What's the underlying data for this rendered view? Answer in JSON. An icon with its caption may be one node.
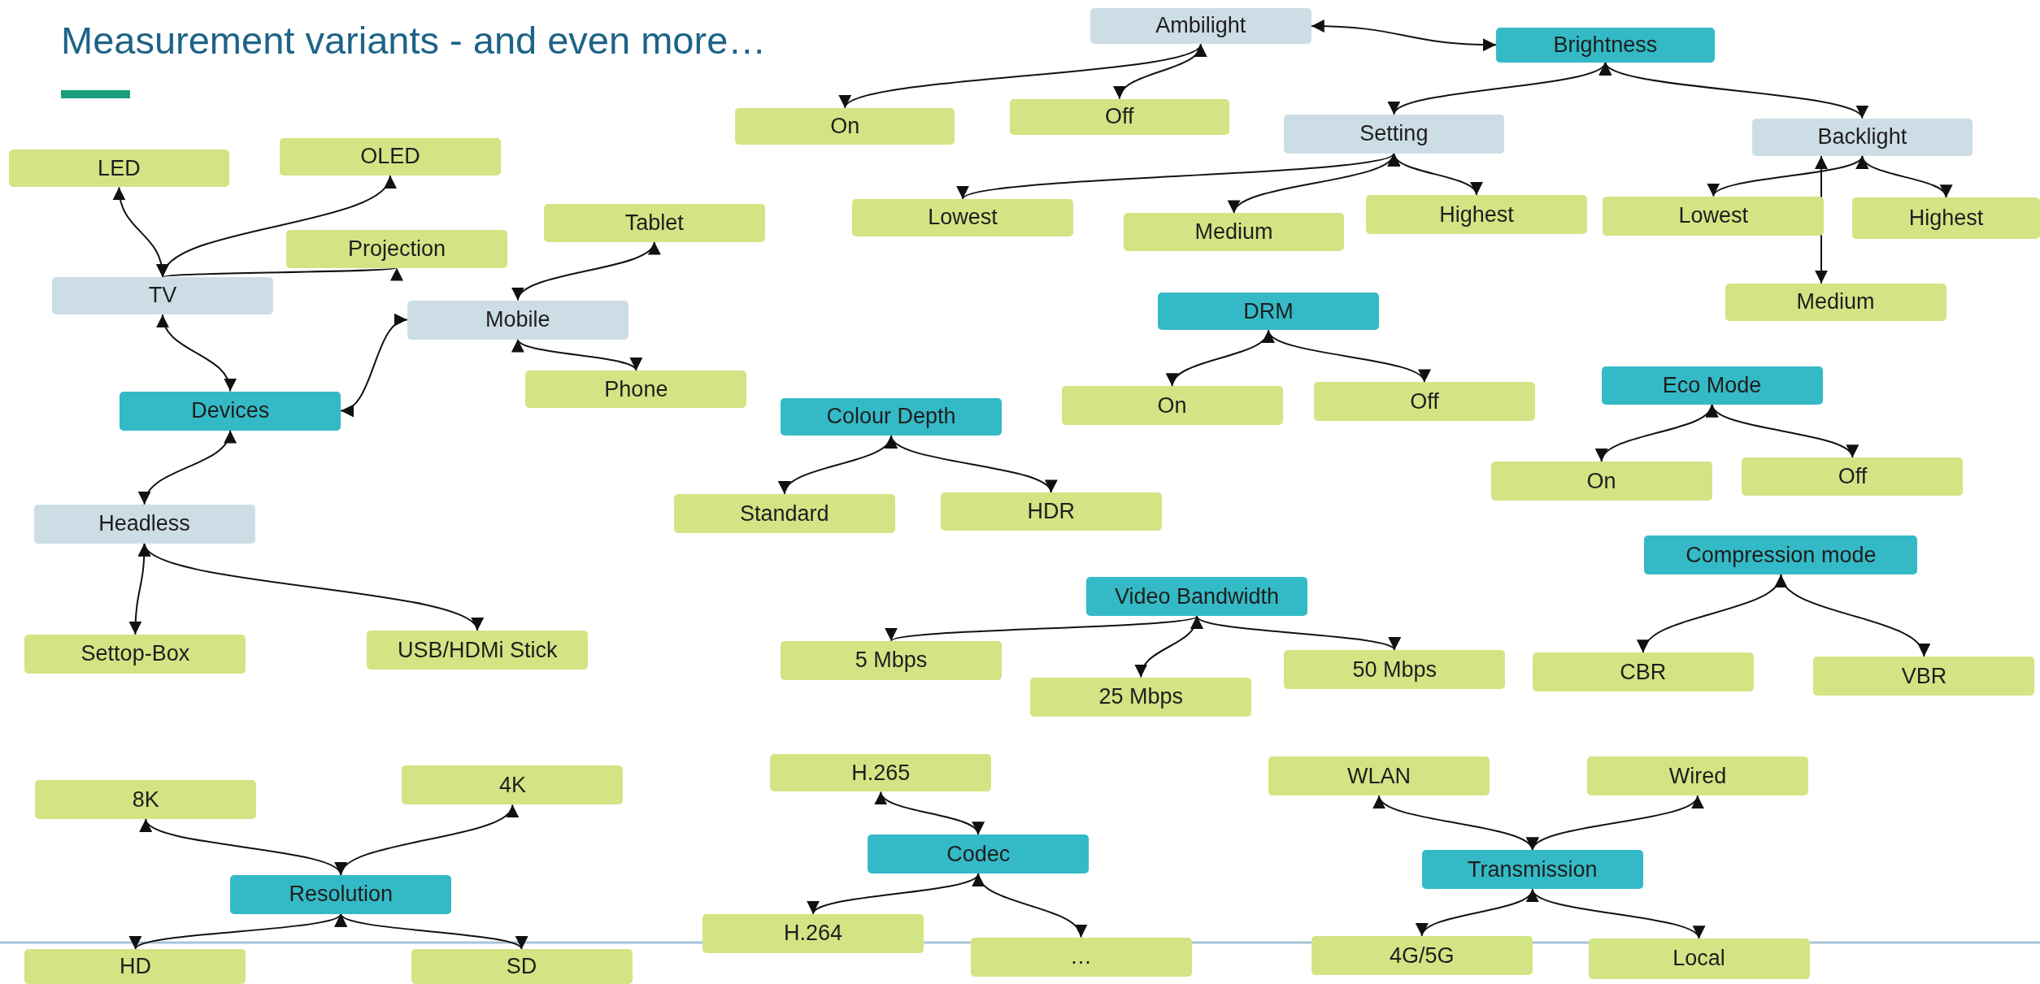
{
  "diagram": {
    "title": "Measurement variants  - and even more…",
    "nodes": [
      {
        "text": [
          "Ambilight"
        ]
      },
      {
        "text": [
          "Brightness"
        ]
      },
      {
        "text": [
          "On"
        ]
      },
      {
        "text": [
          "Off"
        ]
      },
      {
        "text": [
          "Setting"
        ]
      },
      {
        "text": [
          "Backlight"
        ]
      },
      {
        "text": [
          "Lowest"
        ]
      },
      {
        "text": [
          "Medium"
        ]
      },
      {
        "text": [
          "Highest"
        ]
      },
      {
        "text": [
          "Lowest"
        ]
      },
      {
        "text": [
          "Highest"
        ]
      },
      {
        "text": [
          "Medium"
        ]
      },
      {
        "text": [
          "LED"
        ]
      },
      {
        "text": [
          "OLED"
        ]
      },
      {
        "text": [
          "Projection"
        ]
      },
      {
        "text": [
          "Tablet"
        ]
      },
      {
        "text": [
          "TV"
        ]
      },
      {
        "text": [
          "Mobile"
        ]
      },
      {
        "text": [
          "Phone"
        ]
      },
      {
        "text": [
          "Devices"
        ]
      },
      {
        "text": [
          "Headless"
        ]
      },
      {
        "text": [
          "Settop-Box"
        ]
      },
      {
        "text": [
          "USB/HDMi Stick"
        ]
      },
      {
        "text": [
          "DRM"
        ]
      },
      {
        "text": [
          "On"
        ]
      },
      {
        "text": [
          "Off"
        ]
      },
      {
        "text": [
          "Colour Depth"
        ]
      },
      {
        "text": [
          "Standard"
        ]
      },
      {
        "text": [
          "HDR"
        ]
      },
      {
        "text": [
          "Eco Mode"
        ]
      },
      {
        "text": [
          "On"
        ]
      },
      {
        "text": [
          "Off"
        ]
      },
      {
        "text": [
          "Compression mode"
        ]
      },
      {
        "text": [
          "CBR"
        ]
      },
      {
        "text": [
          "VBR"
        ]
      },
      {
        "text": [
          "Video Bandwidth"
        ]
      },
      {
        "text": [
          "5 Mbps"
        ]
      },
      {
        "text": [
          "25 Mbps"
        ]
      },
      {
        "text": [
          "50 Mbps"
        ]
      },
      {
        "text": [
          "8K"
        ]
      },
      {
        "text": [
          "4K"
        ]
      },
      {
        "text": [
          "Resolution"
        ]
      },
      {
        "text": [
          "HD"
        ]
      },
      {
        "text": [
          "SD"
        ]
      },
      {
        "text": [
          "H.265"
        ]
      },
      {
        "text": [
          "Codec"
        ]
      },
      {
        "text": [
          "H.264"
        ]
      },
      {
        "text": [
          "…"
        ]
      },
      {
        "text": [
          "WLAN"
        ]
      },
      {
        "text": [
          "Wired"
        ]
      },
      {
        "text": [
          "Transmission"
        ]
      },
      {
        "text": [
          "4G/5G"
        ]
      },
      {
        "text": [
          "Local"
        ]
      }
    ],
    "edges": [
      {
        "from": 0,
        "to": 1,
        "arrow": "both"
      },
      {
        "from": 0,
        "to": 2,
        "arrow": "both"
      },
      {
        "from": 0,
        "to": 3,
        "arrow": "both"
      },
      {
        "from": 1,
        "to": 4,
        "arrow": "both"
      },
      {
        "from": 1,
        "to": 5,
        "arrow": "both"
      },
      {
        "from": 4,
        "to": 6,
        "arrow": "both"
      },
      {
        "from": 4,
        "to": 7,
        "arrow": "both"
      },
      {
        "from": 4,
        "to": 8,
        "arrow": "both"
      },
      {
        "from": 5,
        "to": 9,
        "arrow": "both"
      },
      {
        "from": 5,
        "to": 10,
        "arrow": "both"
      },
      {
        "from": 5,
        "to": 11,
        "arrow": "both"
      },
      {
        "from": 16,
        "to": 12,
        "arrow": "both"
      },
      {
        "from": 16,
        "to": 13,
        "arrow": "both"
      },
      {
        "from": 16,
        "to": 14,
        "arrow": "both"
      },
      {
        "from": 17,
        "to": 15,
        "arrow": "both"
      },
      {
        "from": 17,
        "to": 18,
        "arrow": "both"
      },
      {
        "from": 19,
        "to": 16,
        "arrow": "both"
      },
      {
        "from": 19,
        "to": 17,
        "arrow": "both"
      },
      {
        "from": 19,
        "to": 20,
        "arrow": "both"
      },
      {
        "from": 20,
        "to": 21,
        "arrow": "both"
      },
      {
        "from": 20,
        "to": 22,
        "arrow": "both"
      },
      {
        "from": 23,
        "to": 24,
        "arrow": "both"
      },
      {
        "from": 23,
        "to": 25,
        "arrow": "both"
      },
      {
        "from": 26,
        "to": 27,
        "arrow": "both"
      },
      {
        "from": 26,
        "to": 28,
        "arrow": "both"
      },
      {
        "from": 29,
        "to": 30,
        "arrow": "both"
      },
      {
        "from": 29,
        "to": 31,
        "arrow": "both"
      },
      {
        "from": 32,
        "to": 33,
        "arrow": "both"
      },
      {
        "from": 32,
        "to": 34,
        "arrow": "both"
      },
      {
        "from": 35,
        "to": 36,
        "arrow": "both"
      },
      {
        "from": 35,
        "to": 37,
        "arrow": "both"
      },
      {
        "from": 35,
        "to": 38,
        "arrow": "both"
      },
      {
        "from": 41,
        "to": 39,
        "arrow": "both"
      },
      {
        "from": 41,
        "to": 40,
        "arrow": "both"
      },
      {
        "from": 41,
        "to": 42,
        "arrow": "both"
      },
      {
        "from": 41,
        "to": 43,
        "arrow": "both"
      },
      {
        "from": 45,
        "to": 44,
        "arrow": "both"
      },
      {
        "from": 45,
        "to": 46,
        "arrow": "both"
      },
      {
        "from": 45,
        "to": 47,
        "arrow": "both"
      },
      {
        "from": 50,
        "to": 48,
        "arrow": "both"
      },
      {
        "from": 50,
        "to": 49,
        "arrow": "both"
      },
      {
        "from": 50,
        "to": 51,
        "arrow": "both"
      },
      {
        "from": 50,
        "to": 52,
        "arrow": "both"
      }
    ]
  }
}
